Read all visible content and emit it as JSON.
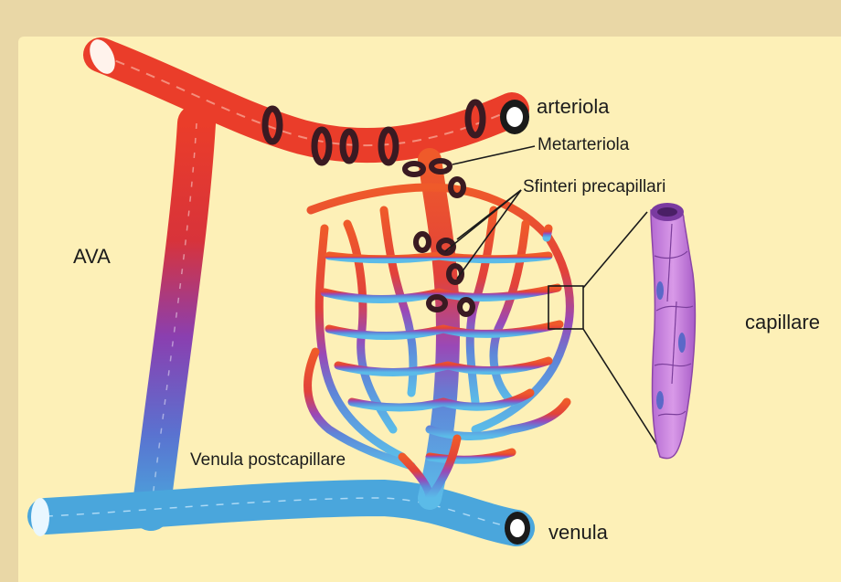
{
  "diagram": {
    "labels": {
      "arteriola": "arteriola",
      "metarteriola": "Metarteriola",
      "sfinteri": "Sfinteri precapillari",
      "ava": "AVA",
      "capillare": "capillare",
      "venula_post": "Venula postcapillare",
      "venula": "venula"
    },
    "colors": {
      "arterial": "#ea3d2a",
      "transition": "#8a3fb0",
      "venous": "#4aa6dc",
      "capillary_cell": "#c983e0",
      "sphincter": "#3a1a22",
      "background": "#fdf0b7"
    }
  }
}
